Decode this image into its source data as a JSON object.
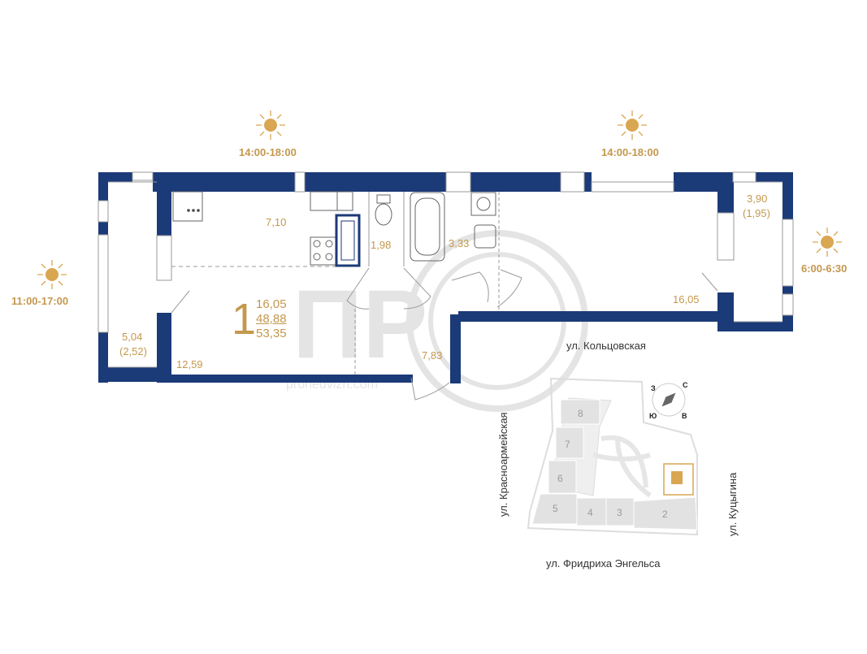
{
  "sun_times": {
    "top_left": "14:00-18:00",
    "top_right": "14:00-18:00",
    "left": "11:00-17:00",
    "right": "6:00-6:30"
  },
  "apartment": {
    "rooms": "1",
    "living_area": "16,05",
    "total_area": "48,88",
    "total_with_balconies": "53,35"
  },
  "room_areas": {
    "kitchen": "7,10",
    "wardrobe": "1,98",
    "bathroom": "3,33",
    "bedroom": "16,05",
    "hall": "12,59",
    "corridor": "7,83",
    "balcony_left": "5,04",
    "balcony_left_reduced": "(2,52)",
    "balcony_right": "3,90",
    "balcony_right_reduced": "(1,95)"
  },
  "streets": {
    "koltsovskaya": "ул. Кольцовская",
    "krasnoarmeyskaya": "ул. Красноармейская",
    "engelsa": "ул. Фридриха Энгельса",
    "kutsygina": "ул. Куцыгина"
  },
  "site_plan": {
    "blocks": [
      "8",
      "7",
      "6",
      "5",
      "4",
      "3",
      "2"
    ],
    "highlight_color": "#d9a652"
  },
  "compass": {
    "n": "С",
    "s": "Ю",
    "e": "В",
    "w": "З"
  },
  "watermark": {
    "text": "ПР",
    "url": "pronedvizh.com"
  },
  "colors": {
    "wall": "#1b3a78",
    "accent": "#c4984e"
  }
}
